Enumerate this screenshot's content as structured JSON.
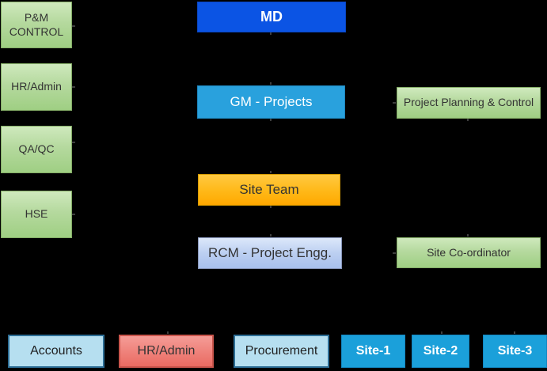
{
  "diagram": {
    "type": "org-chart",
    "background_color": "#000000",
    "palette": {
      "green_fill_top": "#cfe9bd",
      "green_fill_bottom": "#9fcf83",
      "green_border": "#84ad66",
      "md_blue": "#0b54e4",
      "gm_blue": "#29a1dd",
      "gold_top": "#ffc941",
      "gold_bottom": "#ffa800",
      "periwinkle_top": "#dce8fa",
      "periwinkle_bottom": "#a8c0ec",
      "light_blue_fill": "#b6dff0",
      "light_blue_border": "#2d6e96",
      "red_fill": "#ef837c",
      "red_border": "#c9554c",
      "site_blue": "#1ba0da",
      "dark_text": "#333333",
      "white_text": "#ffffff"
    },
    "nodes": {
      "pm_control": {
        "label": "P&M CONTROL"
      },
      "hr_admin_left": {
        "label": "HR/Admin"
      },
      "qa_qc": {
        "label": "QA/QC"
      },
      "hse": {
        "label": "HSE"
      },
      "md": {
        "label": "MD"
      },
      "gm_projects": {
        "label": "GM - Projects"
      },
      "site_team": {
        "label": "Site Team"
      },
      "rcm_project_engg": {
        "label": "RCM - Project Engg."
      },
      "project_planning_control": {
        "label": "Project Planning & Control"
      },
      "site_coordinator": {
        "label": "Site Co-ordinator"
      },
      "accounts": {
        "label": "Accounts"
      },
      "hr_admin_bottom": {
        "label": "HR/Admin"
      },
      "procurement": {
        "label": "Procurement"
      },
      "site_1": {
        "label": "Site-1"
      },
      "site_2": {
        "label": "Site-2"
      },
      "site_3": {
        "label": "Site-3"
      }
    }
  }
}
